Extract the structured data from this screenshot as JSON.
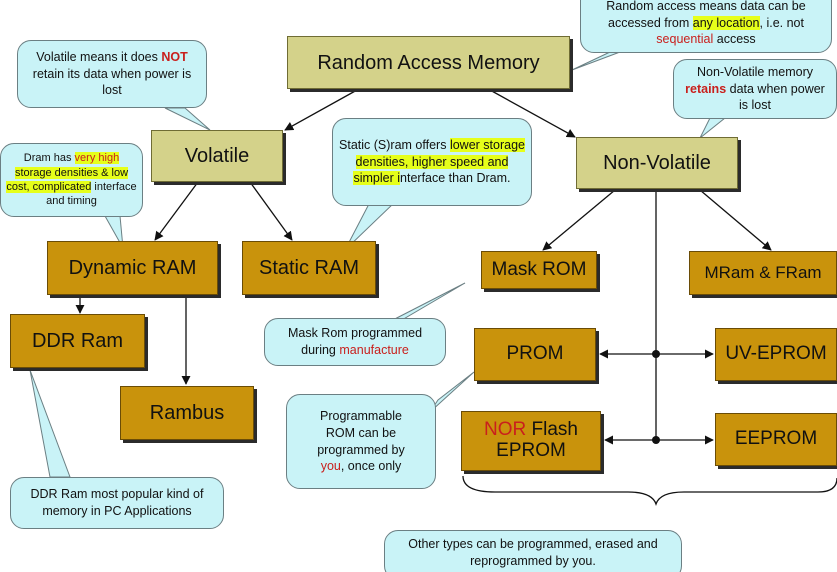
{
  "nodes": {
    "ram": "Random Access Memory",
    "volatile": "Volatile",
    "nonvolatile": "Non-Volatile",
    "dram": "Dynamic RAM",
    "sram": "Static RAM",
    "ddr": "DDR Ram",
    "rambus": "Rambus",
    "maskrom": "Mask ROM",
    "mram": "MRam & FRam",
    "prom": "PROM",
    "uveprom": "UV-EPROM",
    "norflash_prefix": "NOR",
    "norflash_rest": " Flash",
    "norflash_line2": "EPROM",
    "eeprom": "EEPROM"
  },
  "callouts": {
    "volatile": {
      "a": "Volatile means it does ",
      "b": "NOT",
      "c": " retain its data when power is lost"
    },
    "random": {
      "a": "Random access means data can be accessed from ",
      "b": "any location",
      "c": ", i.e. not ",
      "d": "sequential",
      "e": " access"
    },
    "nonvol": {
      "a": "Non-Volatile memory ",
      "b": "retains",
      "c": " data when power is lost"
    },
    "dram": {
      "a": "Dram has ",
      "b": "very high",
      "c": "storage densities & low cost, complicated",
      "d": " interface and timing"
    },
    "sram": {
      "a": "Static (S)ram offers ",
      "b": "lower storage densities, higher speed and simpler i",
      "c": "nterface than Dram."
    },
    "maskrom": {
      "a": "Mask Rom programmed during ",
      "b": "manufacture"
    },
    "prom": {
      "a": "Programmable ROM can be programmed by ",
      "b": "you",
      "c": ", once only"
    },
    "ddr": {
      "a": "DDR Ram most popular kind of memory in PC Applications"
    },
    "other": {
      "a": "Other types can be programmed, erased and reprogrammed by you."
    }
  }
}
